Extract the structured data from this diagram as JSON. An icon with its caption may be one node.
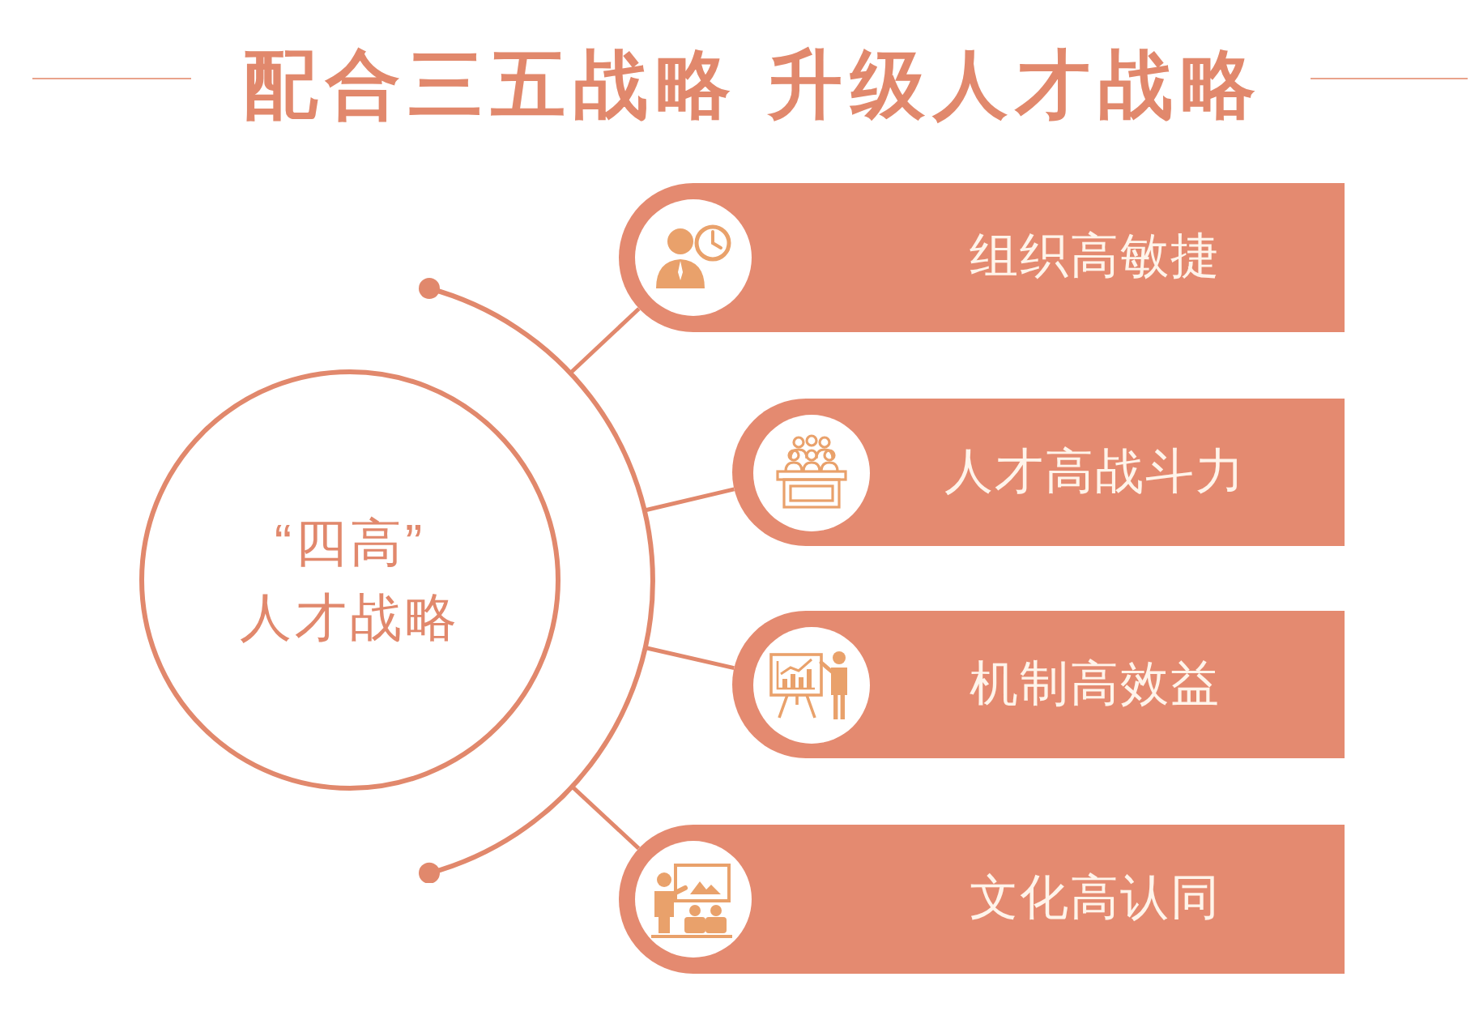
{
  "diagram": {
    "title": "配合三五战略 升级人才战略",
    "nodes": [
      {
        "text": [
          "“四高”",
          "人才战略"
        ]
      },
      {
        "text": [],
        "shape": "arc"
      },
      {
        "text": [
          "组织高敏捷"
        ]
      },
      {
        "text": [
          "人才高战斗力"
        ]
      },
      {
        "text": [
          "机制高效益"
        ]
      },
      {
        "text": [
          "文化高认同"
        ]
      }
    ],
    "edges": [
      {
        "from": 1,
        "to": 2,
        "arrow": "none"
      },
      {
        "from": 1,
        "to": 3,
        "arrow": "none"
      },
      {
        "from": 1,
        "to": 4,
        "arrow": "none"
      },
      {
        "from": 1,
        "to": 5,
        "arrow": "none"
      }
    ]
  }
}
